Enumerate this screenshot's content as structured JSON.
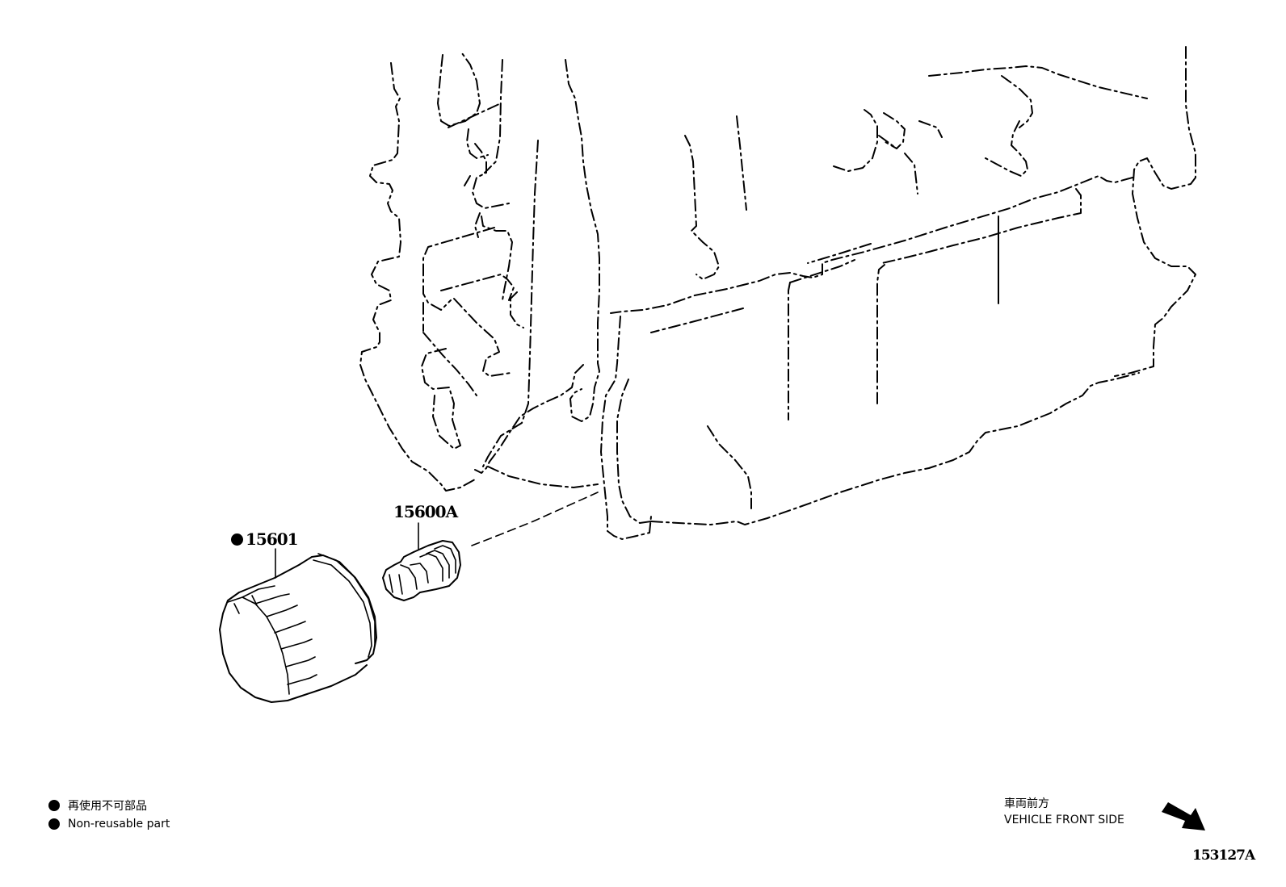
{
  "diagram": {
    "type": "exploded parts diagram",
    "subject": "engine block with oil filter assembly"
  },
  "parts": [
    {
      "part_number": "15601",
      "non_reusable": true,
      "description_icon": "filled-circle-icon"
    },
    {
      "part_number": "15600A",
      "non_reusable": false
    }
  ],
  "labels": {
    "part_15601": "15601",
    "part_15600A": "15600A"
  },
  "legend": {
    "symbol": "filled-circle-icon",
    "text_jp": "再使用不可部品",
    "text_en": "Non-reusable part"
  },
  "orientation": {
    "text_jp": "車両前方",
    "text_en": "VEHICLE FRONT SIDE",
    "arrow_icon": "arrow-down-right-icon"
  },
  "figure_id": "153127A",
  "colors": {
    "line": "#000000",
    "background": "#ffffff"
  }
}
